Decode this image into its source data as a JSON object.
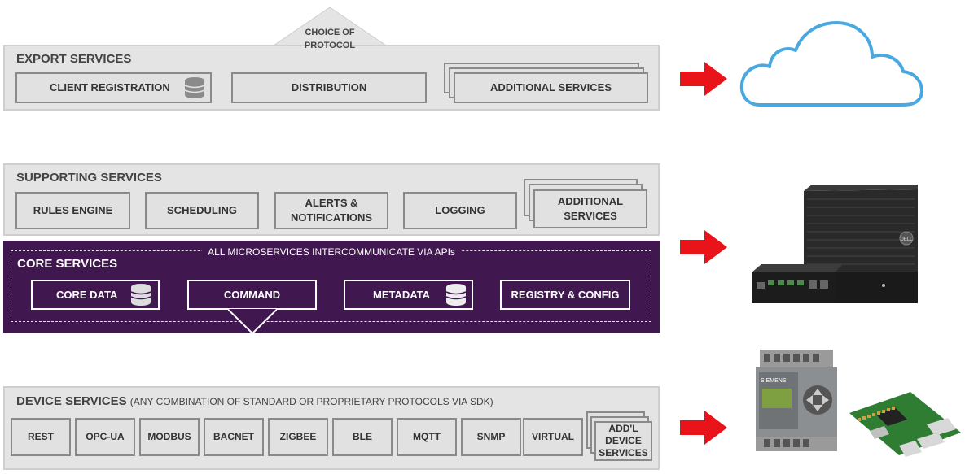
{
  "export": {
    "title": "EXPORT SERVICES",
    "choice": "CHOICE OF PROTOCOL",
    "items": [
      "CLIENT REGISTRATION",
      "DISTRIBUTION",
      "ADDITIONAL SERVICES"
    ]
  },
  "supporting": {
    "title": "SUPPORTING SERVICES",
    "items": [
      "RULES ENGINE",
      "SCHEDULING",
      "ALERTS & NOTIFICATIONS",
      "LOGGING",
      "ADDITIONAL SERVICES"
    ]
  },
  "core": {
    "banner": "ALL MICROSERVICES INTERCOMMUNICATE VIA APIs",
    "title": "CORE SERVICES",
    "items": [
      "CORE DATA",
      "COMMAND",
      "METADATA",
      "REGISTRY & CONFIG"
    ]
  },
  "device": {
    "title": "DEVICE SERVICES",
    "note": "(ANY COMBINATION OF STANDARD OR PROPRIETARY PROTOCOLS VIA SDK)",
    "items": [
      "REST",
      "OPC-UA",
      "MODBUS",
      "BACNET",
      "ZIGBEE",
      "BLE",
      "MQTT",
      "SNMP",
      "VIRTUAL",
      "ADD'L DEVICE SERVICES"
    ]
  },
  "hardware": {
    "gateway_brand": "DELL",
    "plc_brand": "SIEMENS"
  },
  "colors": {
    "core_purple": "#40174f",
    "arrow_red": "#e8141a",
    "cloud_blue": "#4aa8e0"
  }
}
